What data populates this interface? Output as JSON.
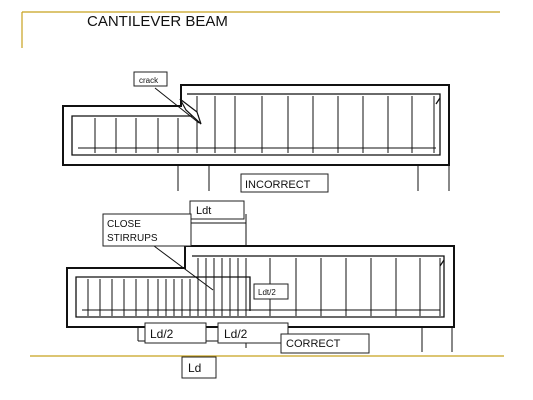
{
  "slide": {
    "title": "CANTILEVER BEAM",
    "accent_color": "#c8a21e",
    "line_color": "#111111"
  },
  "incorrect_detail": {
    "crack_label": "crack",
    "caption": "INCORRECT"
  },
  "correct_detail": {
    "ldt_label": "Ldt",
    "close_stirrups_label_line1": "CLOSE",
    "close_stirrups_label_line2": "STIRRUPS",
    "ldt_half_label": "Ldt/2",
    "ld_half_label_left": "Ld/2",
    "ld_half_label_right": "Ld/2",
    "ld_label": "Ld",
    "caption": "CORRECT"
  }
}
